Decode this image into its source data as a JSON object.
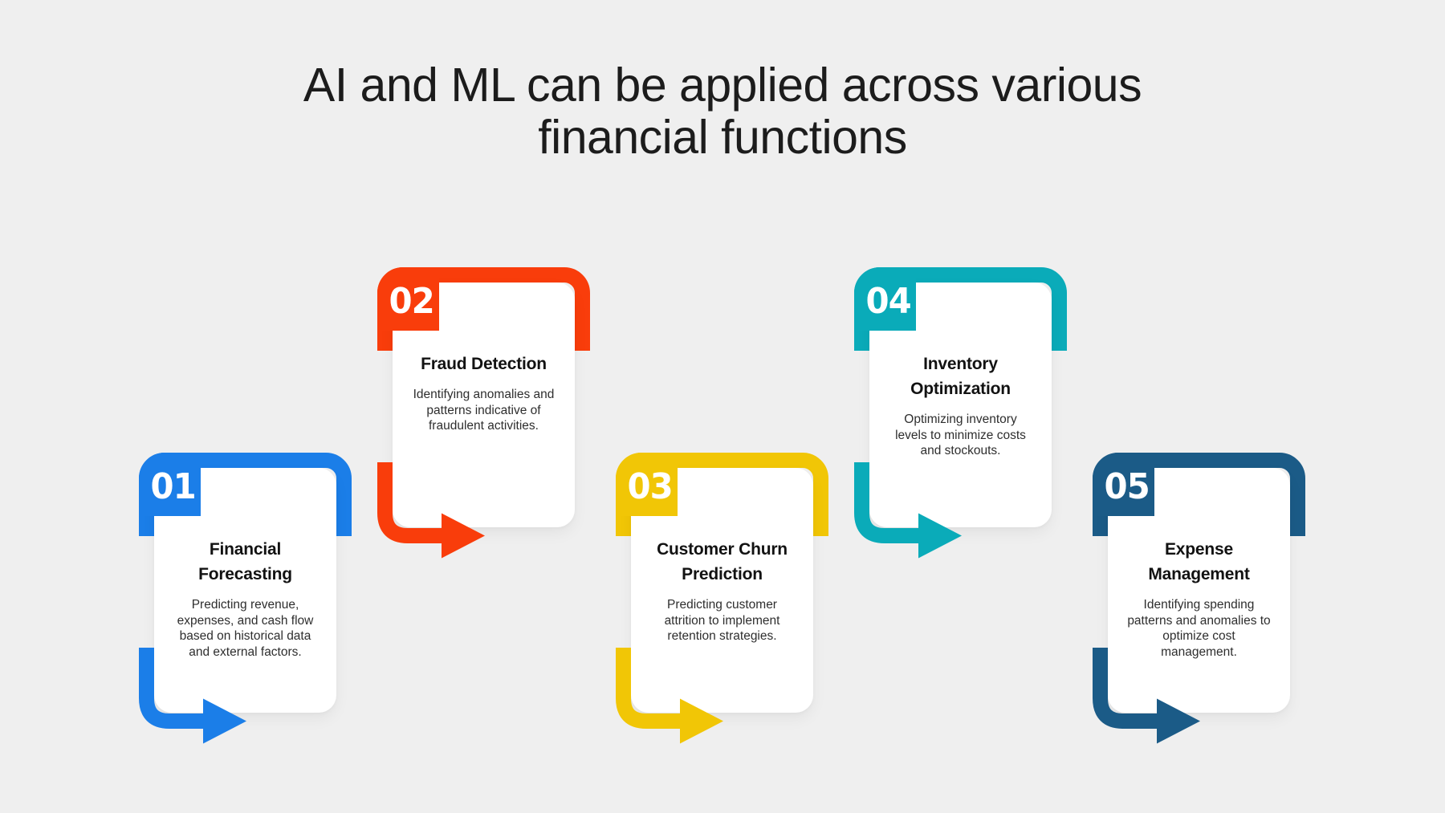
{
  "background": "#efefef",
  "title": "AI and ML can be applied across various\nfinancial functions",
  "cards": [
    {
      "number": "01",
      "color": "#1b7ee8",
      "title": "Financial\nForecasting",
      "description": "Predicting revenue,\nexpenses, and cash flow\nbased on historical data\nand external factors."
    },
    {
      "number": "02",
      "color": "#f93d0b",
      "title": "Fraud Detection",
      "description": "Identifying anomalies and\npatterns indicative of\nfraudulent activities."
    },
    {
      "number": "03",
      "color": "#f1c606",
      "title": "Customer Churn\nPrediction",
      "description": "Predicting customer\nattrition to implement\nretention strategies."
    },
    {
      "number": "04",
      "color": "#0aabb9",
      "title": "Inventory\nOptimization",
      "description": "Optimizing inventory\nlevels to minimize costs\nand stockouts."
    },
    {
      "number": "05",
      "color": "#1b5b87",
      "title": "Expense\nManagement",
      "description": "Identifying spending\npatterns and anomalies to\noptimize cost\nmanagement."
    }
  ]
}
